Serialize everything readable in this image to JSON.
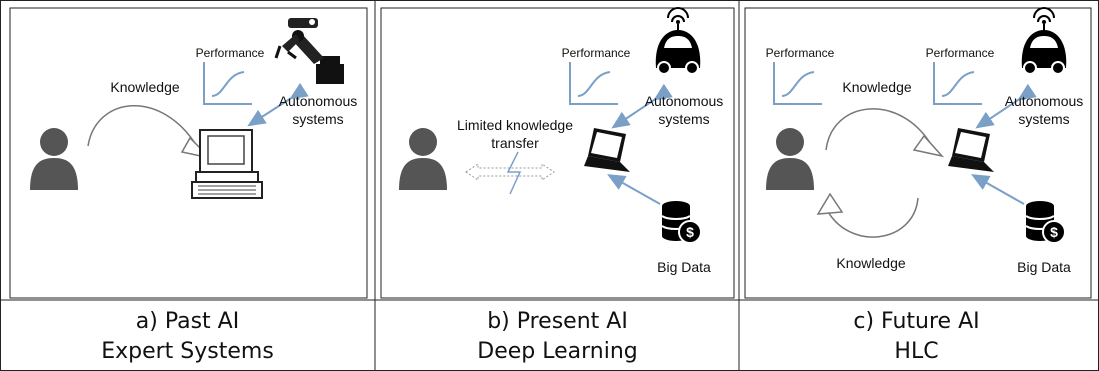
{
  "panels": [
    {
      "labels": {
        "performance": "Performance",
        "knowledge": "Knowledge",
        "systems_line1": "Autonomous",
        "systems_line2": "systems"
      },
      "caption_line1": "a) Past AI",
      "caption_line2": "Expert Systems"
    },
    {
      "labels": {
        "performance": "Performance",
        "limited_line1": "Limited knowledge",
        "limited_line2": "transfer",
        "systems_line1": "Autonomous",
        "systems_line2": "systems",
        "big_data": "Big Data"
      },
      "caption_line1": "b) Present AI",
      "caption_line2": "Deep Learning"
    },
    {
      "labels": {
        "performance_left": "Performance",
        "performance_right": "Performance",
        "knowledge_top": "Knowledge",
        "knowledge_bottom": "Knowledge",
        "systems_line1": "Autonomous",
        "systems_line2": "systems",
        "big_data": "Big Data"
      },
      "caption_line1": "c) Future AI",
      "caption_line2": "HLC"
    }
  ],
  "colors": {
    "accent": "#7aa0c8",
    "icon": "#555555",
    "border": "#222222"
  },
  "icons": [
    "person-icon",
    "robot-arm-icon",
    "retro-computer-icon",
    "autonomous-car-icon",
    "laptop-icon",
    "database-icon",
    "performance-curve-icon"
  ]
}
